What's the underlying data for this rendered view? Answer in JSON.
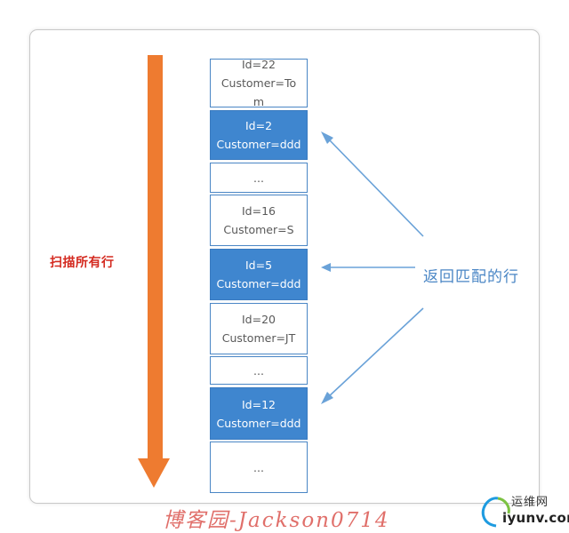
{
  "scan_label": "扫描所有行",
  "return_label": "返回匹配的行",
  "rows": [
    {
      "lines": [
        "Id=22",
        "Customer=To",
        "m"
      ],
      "matched": false
    },
    {
      "lines": [
        "Id=2",
        "Customer=ddd"
      ],
      "matched": true
    },
    {
      "lines": [
        "..."
      ],
      "matched": false
    },
    {
      "lines": [
        "Id=16",
        "Customer=S"
      ],
      "matched": false
    },
    {
      "lines": [
        "Id=5",
        "Customer=ddd"
      ],
      "matched": true
    },
    {
      "lines": [
        "Id=20",
        "Customer=JT"
      ],
      "matched": false
    },
    {
      "lines": [
        "..."
      ],
      "matched": false
    },
    {
      "lines": [
        "Id=12",
        "Customer=ddd"
      ],
      "matched": true
    },
    {
      "lines": [
        "..."
      ],
      "matched": false
    }
  ],
  "watermark": "博客园-Jackson0714",
  "site_logo": {
    "name_cn": "运维网",
    "domain": "iyunv.com"
  },
  "colors": {
    "scan_arrow": "#ee7b30",
    "matched_row": "#3f86cf",
    "row_border": "#4a86c5",
    "pointer_arrows": "#6aa2d8",
    "scan_label": "#d42a20",
    "watermark": "#e06f6a"
  }
}
